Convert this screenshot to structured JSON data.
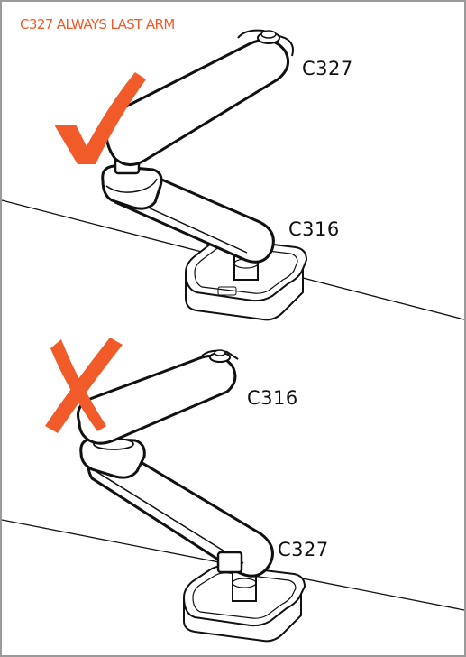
{
  "title": "C327 ALWAYS LAST ARM",
  "correct": {
    "symbol_icon": "checkmark-icon",
    "upper_arm": "C327",
    "lower_arm": "C316"
  },
  "incorrect": {
    "symbol_icon": "cross-icon",
    "upper_arm": "C316",
    "lower_arm": "C327"
  },
  "colors": {
    "accent": "#f15a29",
    "line": "#111111",
    "frame": "#9a9a9a"
  }
}
